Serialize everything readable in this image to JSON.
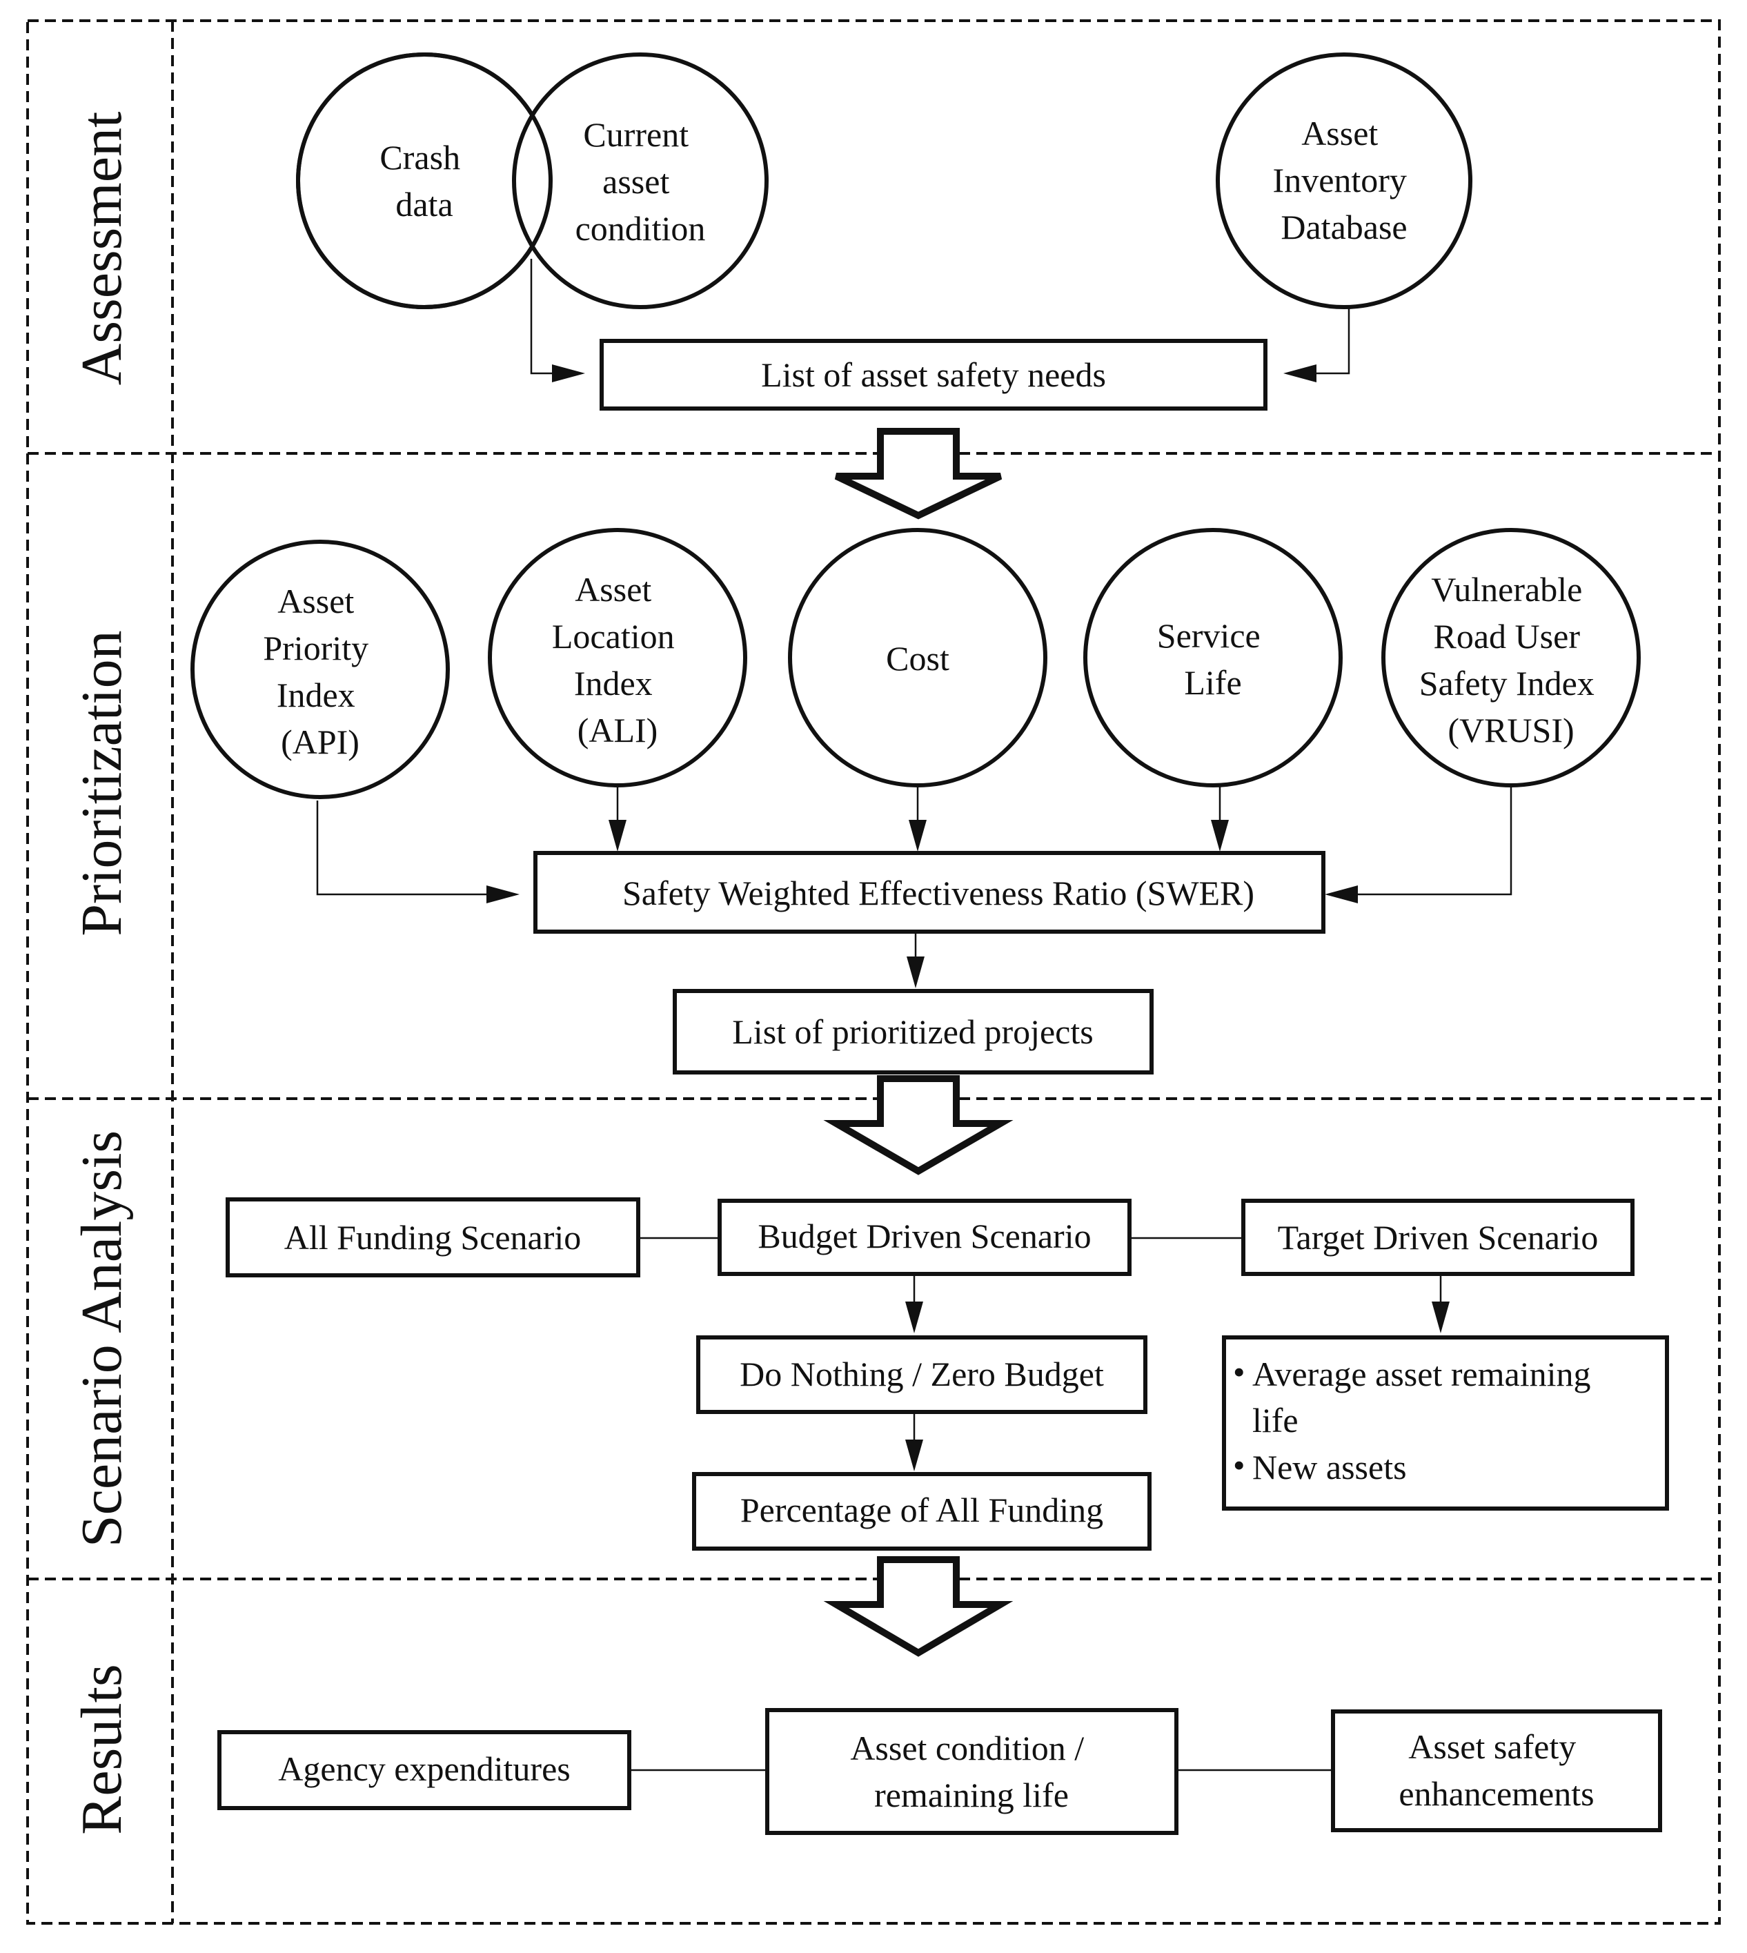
{
  "stages": {
    "assessment": "Assessment",
    "prioritization": "Prioritization",
    "scenario": "Scenario Analysis",
    "results": "Results"
  },
  "assessment": {
    "crash": [
      "Crash",
      "data"
    ],
    "condition": [
      "Current",
      "asset",
      "condition"
    ],
    "inventory": [
      "Asset",
      "Inventory",
      "Database"
    ],
    "needs": "List of asset safety needs"
  },
  "prioritization": {
    "api": [
      "Asset",
      "Priority",
      "Index",
      "(API)"
    ],
    "ali": [
      "Asset",
      "Location",
      "Index",
      "(ALI)"
    ],
    "cost": "Cost",
    "service": [
      "Service",
      "Life"
    ],
    "vrusi": [
      "Vulnerable",
      "Road User",
      "Safety Index",
      "(VRUSI)"
    ],
    "swer": "Safety Weighted Effectiveness Ratio (SWER)",
    "projects": "List of prioritized projects"
  },
  "scenario": {
    "all_funding": "All Funding Scenario",
    "budget_driven": "Budget Driven Scenario",
    "target_driven": "Target Driven Scenario",
    "do_nothing": "Do Nothing / Zero Budget",
    "percentage": "Percentage of All Funding",
    "target_bullets": [
      "Average asset remaining",
      "life",
      "New assets"
    ]
  },
  "results": {
    "expenditures": "Agency expenditures",
    "condition": [
      "Asset condition /",
      "remaining life"
    ],
    "safety": [
      "Asset safety",
      "enhancements"
    ]
  }
}
